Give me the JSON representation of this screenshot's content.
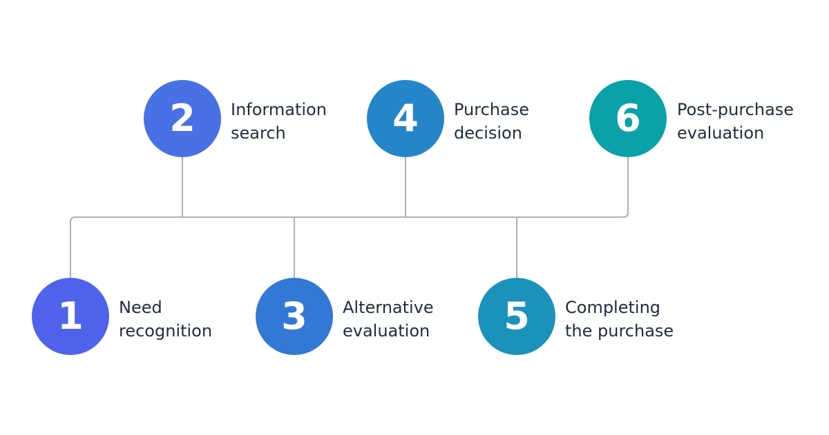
{
  "steps": [
    {
      "number": "1",
      "line1": "Need",
      "line2": "recognition",
      "color": "#4F62EC"
    },
    {
      "number": "2",
      "line1": "Information",
      "line2": "search",
      "color": "#4771E4"
    },
    {
      "number": "3",
      "line1": "Alternative",
      "line2": "evaluation",
      "color": "#3478D6"
    },
    {
      "number": "4",
      "line1": "Purchase",
      "line2": "decision",
      "color": "#2585C9"
    },
    {
      "number": "5",
      "line1": "Completing",
      "line2": "the purchase",
      "color": "#1A92B9"
    },
    {
      "number": "6",
      "line1": "Post-purchase",
      "line2": "evaluation",
      "color": "#0BA1A8"
    }
  ],
  "connector_color": "#A9B0B8"
}
